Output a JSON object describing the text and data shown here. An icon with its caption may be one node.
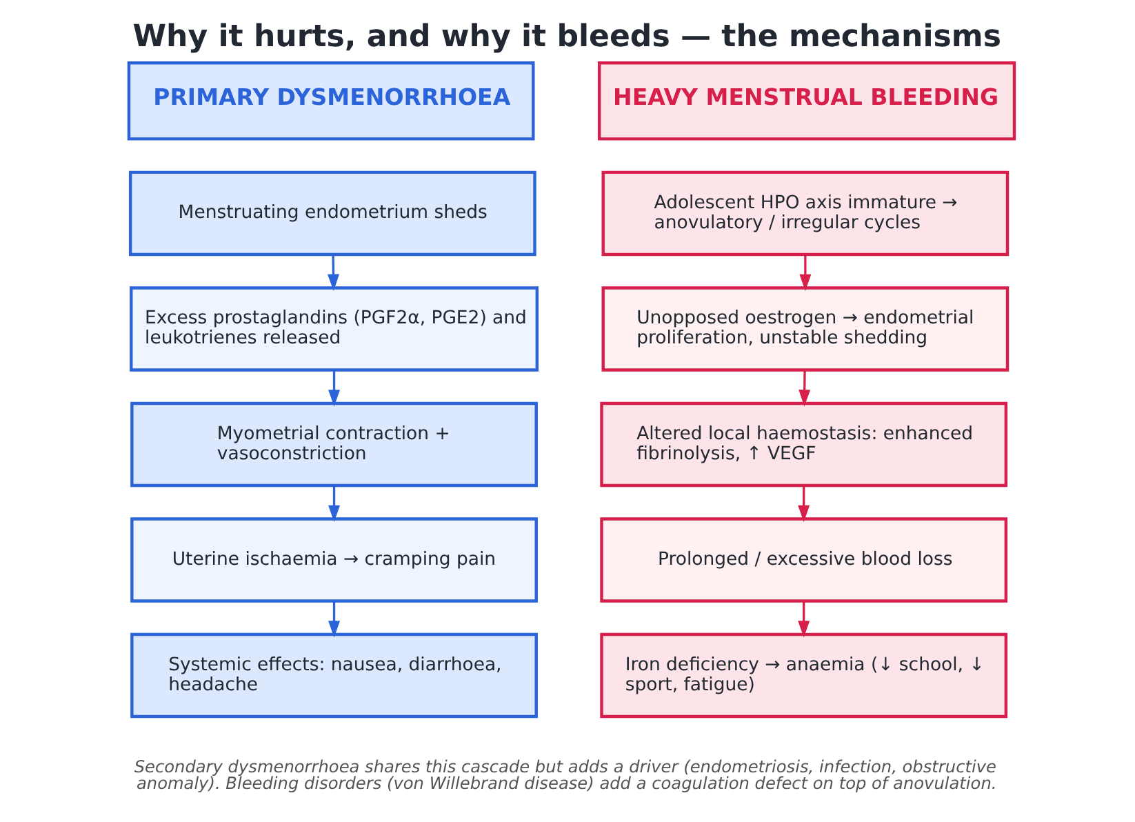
{
  "diagram": {
    "title": "Why it hurts, and why it bleeds — the mechanisms",
    "caption": "Secondary dysmenorrhoea shares this cascade but adds a driver (endometriosis, infection, obstructive anomaly). Bleeding disorders (von Willebrand disease) add a coagulation defect on top of anovulation.",
    "nodes": [
      {
        "text": [
          "PRIMARY DYSMENORRHOEA"
        ]
      },
      {
        "text": [
          "Menstruating endometrium sheds"
        ]
      },
      {
        "text": [
          "Excess prostaglandins (PGF2α, PGE2) and leukotrienes released"
        ]
      },
      {
        "text": [
          "Myometrial contraction + vasoconstriction"
        ]
      },
      {
        "text": [
          "Uterine ischaemia → cramping pain"
        ]
      },
      {
        "text": [
          "Systemic effects: nausea, diarrhoea, headache"
        ]
      },
      {
        "text": [
          "HEAVY MENSTRUAL BLEEDING"
        ]
      },
      {
        "text": [
          "Adolescent HPO axis immature → anovulatory / irregular cycles"
        ]
      },
      {
        "text": [
          "Unopposed oestrogen → endometrial proliferation, unstable shedding"
        ]
      },
      {
        "text": [
          "Altered local haemostasis: enhanced fibrinolysis, ↑ VEGF"
        ]
      },
      {
        "text": [
          "Prolonged / excessive blood loss"
        ]
      },
      {
        "text": [
          "Iron deficiency → anaemia (↓ school, ↓ sport, fatigue)"
        ]
      }
    ],
    "edges": [
      {
        "from": 1,
        "to": 2,
        "arrow": "to"
      },
      {
        "from": 2,
        "to": 3,
        "arrow": "to"
      },
      {
        "from": 3,
        "to": 4,
        "arrow": "to"
      },
      {
        "from": 4,
        "to": 5,
        "arrow": "to"
      },
      {
        "from": 7,
        "to": 8,
        "arrow": "to",
        "color": "#d6204b"
      },
      {
        "from": 8,
        "to": 9,
        "arrow": "to",
        "color": "#d6204b"
      },
      {
        "from": 9,
        "to": 10,
        "arrow": "to",
        "color": "#d6204b"
      },
      {
        "from": 10,
        "to": 11,
        "arrow": "to",
        "color": "#d6204b"
      }
    ]
  }
}
